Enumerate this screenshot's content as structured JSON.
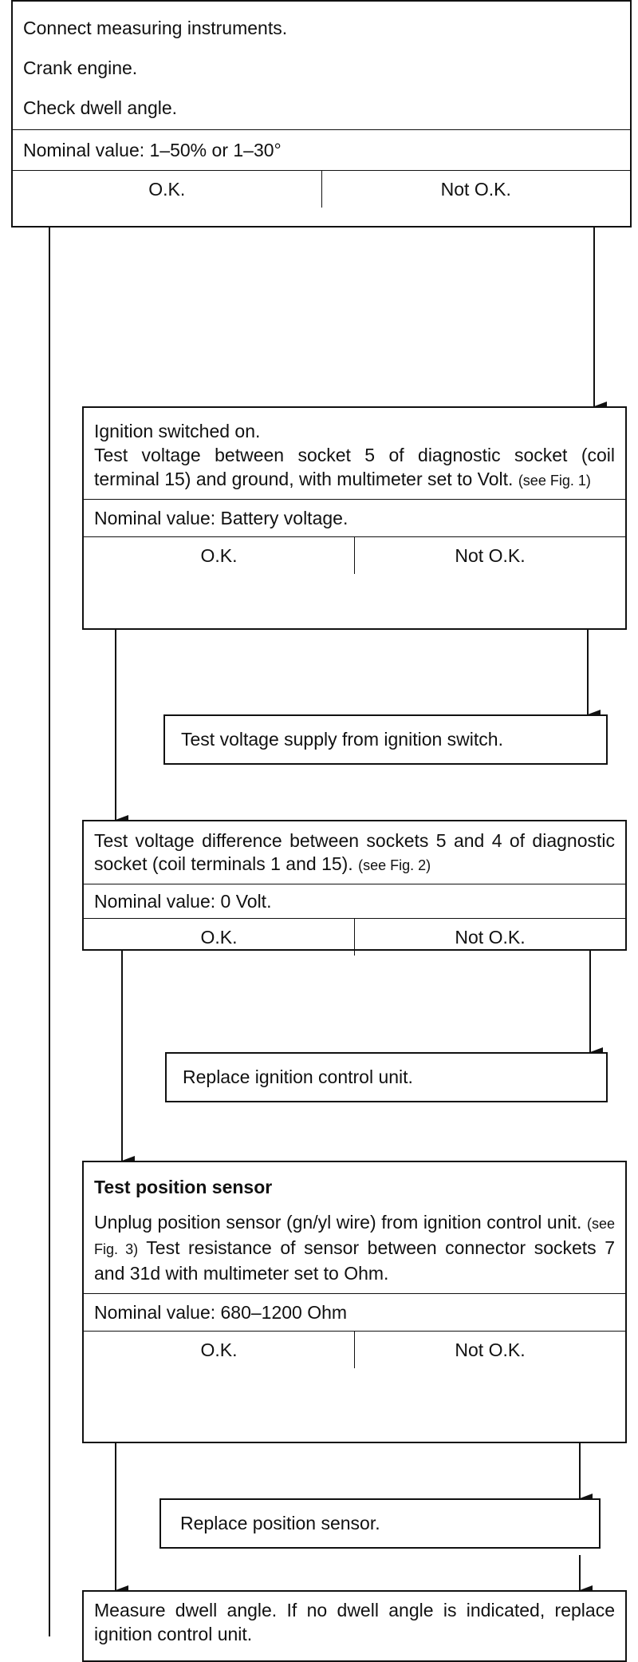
{
  "box1": {
    "steps": [
      "Connect measuring instruments.",
      "Crank engine.",
      "Check dwell angle."
    ],
    "nominal": "Nominal value:  1–50% or 1–30°",
    "ok": "O.K.",
    "not_ok": "Not O.K."
  },
  "box2": {
    "line1": "Ignition switched on.",
    "text": "Test voltage between socket 5 of diagnostic socket (coil terminal 15) and ground, with multimeter set to Volt.",
    "ref": "(see Fig. 1)",
    "nominal": "Nominal value:  Battery voltage.",
    "ok": "O.K.",
    "not_ok": "Not O.K."
  },
  "action1": "Test voltage supply from ignition switch.",
  "box3": {
    "text": "Test voltage difference between sockets 5 and 4 of diagnostic socket (coil terminals 1 and 15).",
    "ref": "(see Fig. 2)",
    "nominal": "Nominal value:  0 Volt.",
    "ok": "O.K.",
    "not_ok": "Not O.K."
  },
  "action2": "Replace ignition control unit.",
  "box4": {
    "title": "Test position sensor",
    "text_a": "Unplug position sensor (gn/yl wire) from ignition control unit.",
    "ref": "(see Fig. 3)",
    "text_b": "Test resistance of sensor between connector sockets 7 and 31d with multimeter set to Ohm.",
    "nominal": "Nominal value:  680–1200 Ohm",
    "ok": "O.K.",
    "not_ok": "Not O.K."
  },
  "action3": "Replace position sensor.",
  "final": "Measure dwell angle. If no dwell angle is indicated, replace ignition control unit."
}
